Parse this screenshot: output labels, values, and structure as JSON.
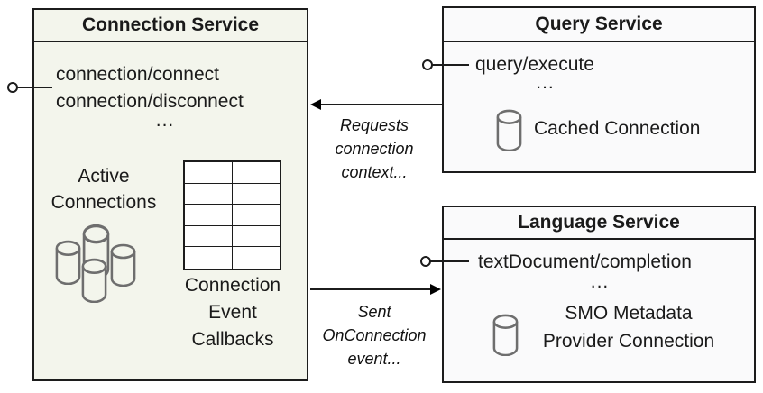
{
  "colors": {
    "connection_service_fill": "#f3f5ec",
    "other_service_fill": "#fafafb",
    "border": "#1c1c1c",
    "cylinder_stroke": "#6e6e6e"
  },
  "connection_service": {
    "title": "Connection Service",
    "method_1": "connection/connect",
    "method_2": "connection/disconnect",
    "ellipsis": "...",
    "active_connections_line1": "Active",
    "active_connections_line2": "Connections",
    "callbacks_line1": "Connection",
    "callbacks_line2": "Event",
    "callbacks_line3": "Callbacks"
  },
  "query_service": {
    "title": "Query Service",
    "method_1": "query/execute",
    "ellipsis": "...",
    "connection_label": "Cached Connection"
  },
  "language_service": {
    "title": "Language Service",
    "method_1": "textDocument/completion",
    "ellipsis": "...",
    "connection_line1": "SMO Metadata",
    "connection_line2": "Provider Connection"
  },
  "edges": {
    "requests_line1": "Requests",
    "requests_line2": "connection",
    "requests_line3": "context...",
    "sent_line1": "Sent",
    "sent_line2": "OnConnection",
    "sent_line3": "event..."
  }
}
